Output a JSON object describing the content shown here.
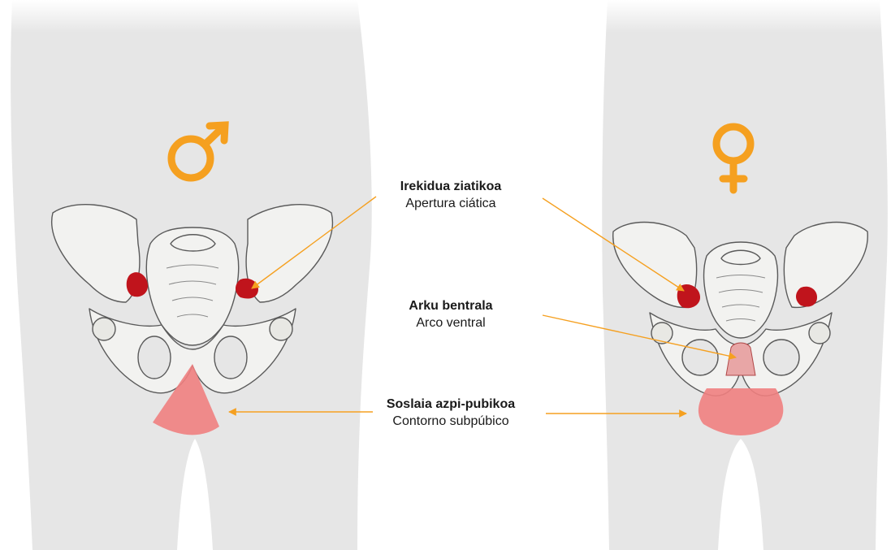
{
  "labels": {
    "sciatic": {
      "primary": "Irekidua ziatikoa",
      "secondary": "Apertura ciática"
    },
    "ventral": {
      "primary": "Arku bentrala",
      "secondary": "Arco ventral"
    },
    "subpubic": {
      "primary": "Soslaia azpi-pubikoa",
      "secondary": "Contorno subpúbico"
    }
  },
  "symbols": {
    "male": "male-symbol",
    "female": "female-symbol"
  },
  "colors": {
    "body": "#e6e6e6",
    "bone": "#f2f2f0",
    "bone_outline": "#5a5a5a",
    "sciatic_highlight": "#c0141c",
    "subpubic_highlight": "#f08080",
    "symbol": "#f5a020",
    "arrow": "#f5a020",
    "text": "#1a1a1a"
  }
}
